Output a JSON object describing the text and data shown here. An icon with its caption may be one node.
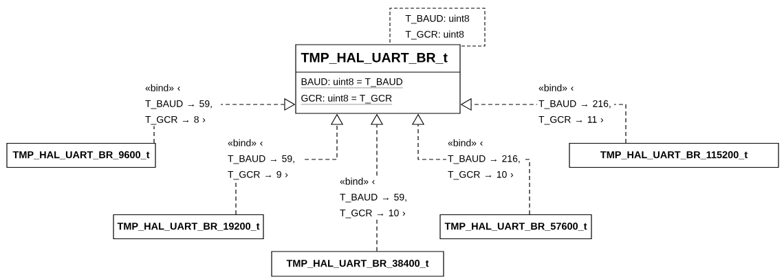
{
  "diagram": {
    "nodes": [
      {
        "text": [
          "TMP_HAL_UART_BR_t",
          "BAUD: uint8 = T_BAUD",
          "GCR: uint8 = T_GCR"
        ]
      },
      {
        "text": [
          "T_BAUD: uint8",
          "T_GCR: uint8"
        ]
      },
      {
        "text": [
          "TMP_HAL_UART_BR_9600_t"
        ]
      },
      {
        "text": [
          "TMP_HAL_UART_BR_19200_t"
        ]
      },
      {
        "text": [
          "TMP_HAL_UART_BR_38400_t"
        ]
      },
      {
        "text": [
          "TMP_HAL_UART_BR_57600_t"
        ]
      },
      {
        "text": [
          "TMP_HAL_UART_BR_115200_t"
        ]
      }
    ],
    "edges": [
      {
        "from": 2,
        "to": 0,
        "arrow": "to",
        "style": "dashed",
        "label": "«bind» ‹ T_BAUD → 59, T_GCR → 8 ›"
      },
      {
        "from": 3,
        "to": 0,
        "arrow": "to",
        "style": "dashed",
        "label": "«bind» ‹ T_BAUD → 59, T_GCR → 9 ›"
      },
      {
        "from": 4,
        "to": 0,
        "arrow": "to",
        "style": "dashed",
        "label": "«bind» ‹ T_BAUD → 59, T_GCR → 10 ›"
      },
      {
        "from": 5,
        "to": 0,
        "arrow": "to",
        "style": "dashed",
        "label": "«bind» ‹ T_BAUD → 216, T_GCR → 10 ›"
      },
      {
        "from": 6,
        "to": 0,
        "arrow": "to",
        "style": "dashed",
        "label": "«bind» ‹ T_BAUD → 216, T_GCR → 11 ›"
      }
    ]
  }
}
